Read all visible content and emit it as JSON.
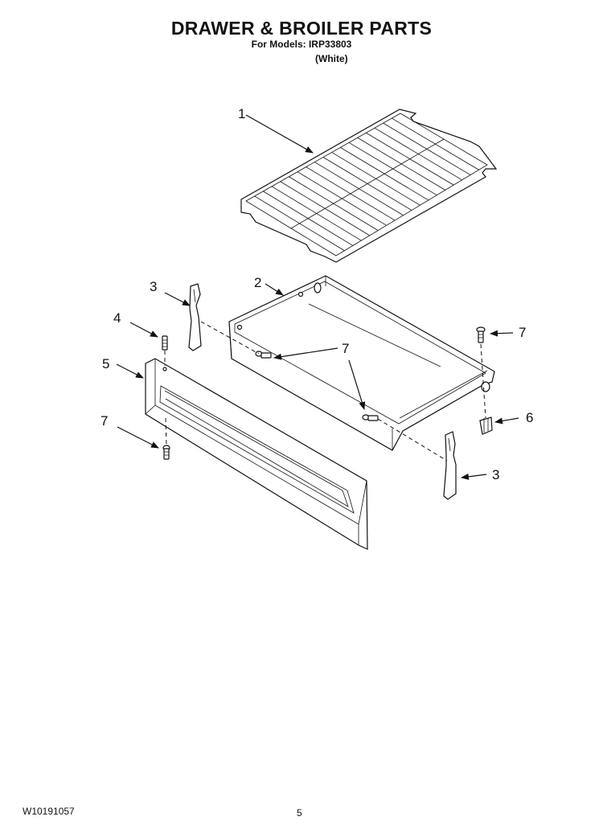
{
  "header": {
    "title": "DRAWER & BROILER PARTS",
    "subtitle": "For Models: IRP33803",
    "color_note": "(White)"
  },
  "footer": {
    "doc_number": "W10191057",
    "page_number": "5"
  },
  "callouts": [
    {
      "id": "c1",
      "label": "1"
    },
    {
      "id": "c2",
      "label": "2"
    },
    {
      "id": "c3a",
      "label": "3"
    },
    {
      "id": "c3b",
      "label": "3"
    },
    {
      "id": "c4",
      "label": "4"
    },
    {
      "id": "c5",
      "label": "5"
    },
    {
      "id": "c6",
      "label": "6"
    },
    {
      "id": "c7a",
      "label": "7"
    },
    {
      "id": "c7b",
      "label": "7"
    },
    {
      "id": "c7c",
      "label": "7"
    }
  ]
}
